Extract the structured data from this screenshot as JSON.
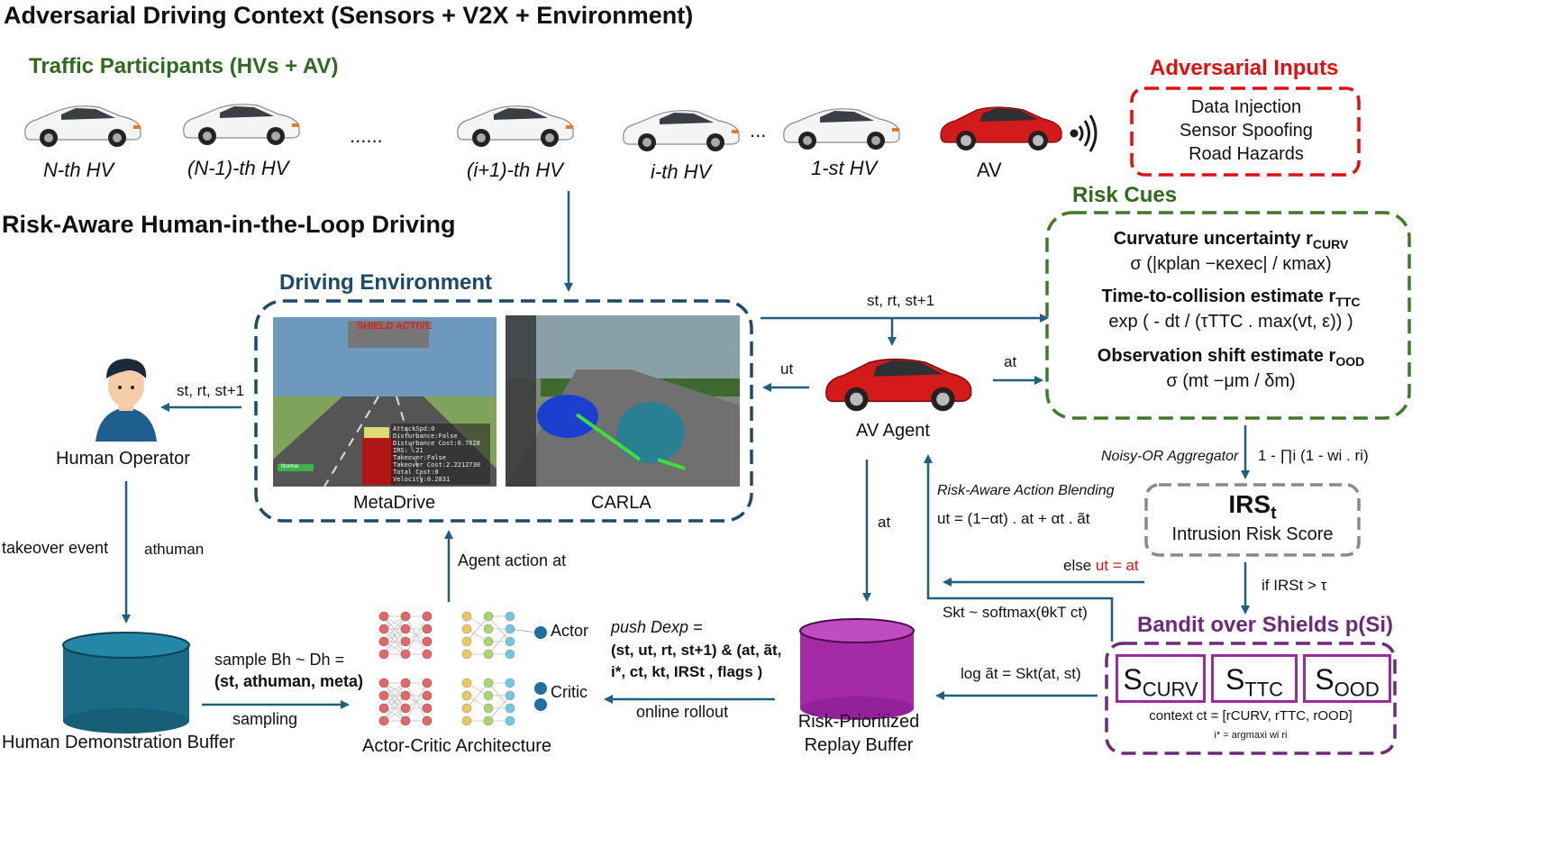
{
  "title": "Adversarial Driving Context (Sensors + V2X + Environment)",
  "traffic": {
    "heading": "Traffic Participants (HVs + AV)",
    "vehicles": [
      "N-th HV",
      "(N-1)-th HV",
      "(i+1)-th HV",
      "i-th HV",
      "1-st HV",
      "AV"
    ],
    "ellipsis1": "......",
    "ellipsis2": "..."
  },
  "adversarial": {
    "heading": "Adversarial Inputs",
    "items": [
      "Data Injection",
      "Sensor Spoofing",
      "Road Hazards"
    ]
  },
  "subtitle": "Risk-Aware Human-in-the-Loop Driving",
  "risk_cues": {
    "heading": "Risk Cues",
    "curv_title": "Curvature uncertainty r",
    "curv_sub": "CURV",
    "curv_formula": "σ (|κplan −κexec| / κmax)",
    "ttc_title": "Time-to-collision estimate r",
    "ttc_sub": "TTC",
    "ttc_formula": "exp ( - dt / (τTTC . max(vt, ε)) )",
    "ood_title": "Observation shift estimate r",
    "ood_sub": "OOD",
    "ood_formula": "σ (mt −μm / δm)"
  },
  "env": {
    "heading": "Driving Environment",
    "sim1": "MetaDrive",
    "sim2": "CARLA",
    "shield_banner": "SHIELD ACTIVE",
    "hud": [
      "AttackSpd:0",
      "Disturbance:False",
      "Disturbance Cost:0.7628",
      "IRS: .21",
      "Takeover:False",
      "Takeover Cost:2.2212730",
      "Total Cost:0",
      "Velocity:0.2831"
    ],
    "normal_label": "Normal"
  },
  "human": {
    "label": "Human Operator",
    "obs": "st, rt, st+1",
    "takeover": "takeover event",
    "action": "athuman"
  },
  "agent": {
    "label": "AV Agent",
    "obs_top": "st, rt, st+1",
    "ut": "ut",
    "at_right": "at",
    "at_down": "at"
  },
  "aggregator": {
    "label": "Noisy-OR Aggregator",
    "formula": "1 - ∏i (1 - wi . ri)"
  },
  "irs": {
    "title": "IRS",
    "title_sub": "t",
    "desc": "Intrusion Risk Score",
    "cond": "if IRSt > τ"
  },
  "blending": {
    "label": "Risk-Aware Action Blending",
    "formula": "ut = (1−αt) . at + αt . ãt",
    "else_prefix": "else ",
    "else_eq": "ut = at",
    "softmax": "Skt ~ softmax(θkT ct)",
    "log": "log ãt = Skt(at, st)"
  },
  "bandit": {
    "heading": "Bandit over Shields p(Si)",
    "shields": [
      {
        "s": "S",
        "sub": "CURV"
      },
      {
        "s": "S",
        "sub": "TTC"
      },
      {
        "s": "S",
        "sub": "OOD"
      }
    ],
    "context": "context ct = [rCURV, rTTC, rOOD]",
    "istar": "i* = argmaxi wi ri"
  },
  "buffer_human": {
    "label": "Human Demonstration Buffer",
    "sample_line1": "sample Bh ~ Dh =",
    "sample_line2": "(st, athuman, meta)",
    "sampling": "sampling"
  },
  "actor_critic": {
    "label": "Actor-Critic Architecture",
    "actor": "Actor",
    "critic": "Critic",
    "agent_action": "Agent action at",
    "push1": "push Dexp =",
    "push2": "(st, ut, rt, st+1) & (at, ãt,",
    "push3": "i*, ct, kt, IRSt , flags )",
    "online": "online rollout"
  },
  "buffer_replay": {
    "label1": "Risk-Prioritized",
    "label2": "Replay Buffer"
  },
  "colors": {
    "navy": "#1b4a6b",
    "green": "#2e6b1e",
    "red": "#e01010",
    "purple": "#6d2a7a",
    "arrow": "#1f5f7f",
    "teal_cyl": "#1a6b86",
    "magenta_cyl": "#a42aa6"
  }
}
